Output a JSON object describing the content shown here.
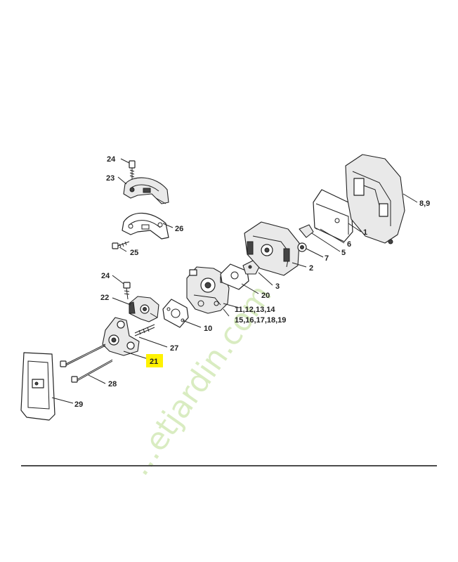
{
  "diagram": {
    "watermark": "...etjardin.com",
    "highlight_color": "#fff200",
    "labels": {
      "p24a": "24",
      "p23": "23",
      "p26": "26",
      "p25": "25",
      "p24b": "24",
      "p22": "22",
      "p27": "27",
      "p21": "21",
      "p28": "28",
      "p29": "29",
      "p10": "10",
      "p20": "20",
      "p3": "3",
      "p2": "2",
      "p7": "7",
      "p5": "5",
      "p6": "6",
      "p1": "1",
      "p89": "8,9",
      "p11_14": "11,12,13,14",
      "p15_19": "15,16,17,18,19"
    }
  }
}
